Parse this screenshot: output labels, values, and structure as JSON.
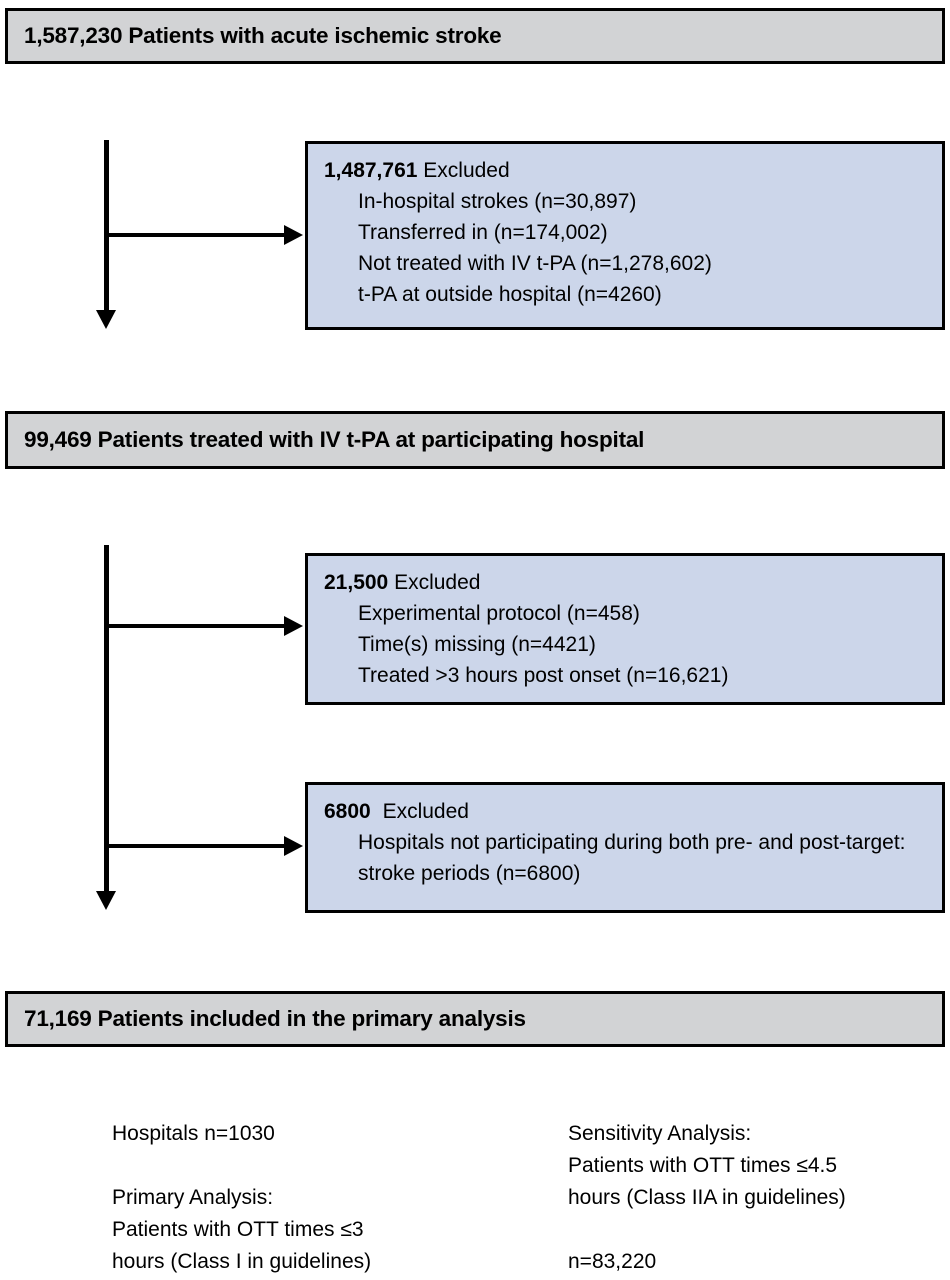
{
  "figure": {
    "type": "patient-flow-diagram",
    "colors": {
      "stage_fill": "#d2d3d5",
      "exclusion_fill": "#ccd6ea",
      "border": "#000000",
      "text": "#000000"
    }
  },
  "stages": [
    {
      "id": "stage-total",
      "count": "1,587,230",
      "label": "Patients with acute ischemic stroke",
      "text": "1,587,230 Patients with acute ischemic stroke"
    },
    {
      "id": "stage-treated",
      "count": "99,469",
      "label": "Patients treated with IV t-PA at participating hospital",
      "text": "99,469 Patients treated with IV t-PA at participating hospital"
    },
    {
      "id": "stage-included",
      "count": "71,169",
      "label": "Patients included in the primary analysis",
      "text": "71,169 Patients included in the primary analysis"
    }
  ],
  "exclusions": [
    {
      "id": "exclusion-1",
      "count": "1,487,761",
      "word": "Excluded",
      "reasons": [
        "In-hospital strokes (n=30,897)",
        "Transferred in (n=174,002)",
        "Not treated with IV t-PA (n=1,278,602)",
        "t-PA at outside hospital (n=4260)"
      ]
    },
    {
      "id": "exclusion-2",
      "count": "21,500",
      "word": "Excluded",
      "reasons": [
        "Experimental protocol (n=458)",
        "Time(s) missing (n=4421)",
        "Treated >3 hours post onset (n=16,621)"
      ]
    },
    {
      "id": "exclusion-3",
      "count": "6800",
      "word": "Excluded",
      "reasons": [
        "Hospitals not participating during both pre- and post-target: stroke periods (n=6800)"
      ]
    }
  ],
  "notes": {
    "left": {
      "hospitals": "Hospitals n=1030",
      "analysis_title": "Primary Analysis:",
      "analysis_detail": "Patients with OTT times ≤3\nhours (Class I in guidelines)"
    },
    "right": {
      "analysis_title": "Sensitivity Analysis:",
      "analysis_detail": "Patients with OTT times ≤4.5\nhours (Class IIA in guidelines)",
      "count": "n=83,220"
    }
  }
}
